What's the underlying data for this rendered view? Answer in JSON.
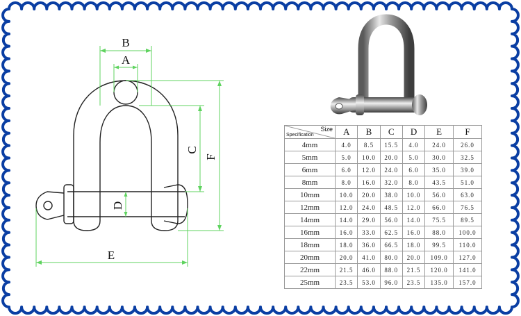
{
  "colors": {
    "frame": "#0a3ea3",
    "dimension": "#5fd35f",
    "outline": "#222222"
  },
  "dimension_labels": {
    "a": "A",
    "b": "B",
    "c": "C",
    "d": "D",
    "e": "E",
    "f": "F"
  },
  "table": {
    "corner_spec": "Specification",
    "corner_size": "Size",
    "columns": [
      "A",
      "B",
      "C",
      "D",
      "E",
      "F"
    ],
    "rows": [
      {
        "size": "4mm",
        "values": [
          "4.0",
          "8.5",
          "15.5",
          "4.0",
          "24.0",
          "26.0"
        ]
      },
      {
        "size": "5mm",
        "values": [
          "5.0",
          "10.0",
          "20.0",
          "5.0",
          "30.0",
          "32.5"
        ]
      },
      {
        "size": "6mm",
        "values": [
          "6.0",
          "12.0",
          "24.0",
          "6.0",
          "35.0",
          "39.0"
        ]
      },
      {
        "size": "8mm",
        "values": [
          "8.0",
          "16.0",
          "32.0",
          "8.0",
          "43.5",
          "51.0"
        ]
      },
      {
        "size": "10mm",
        "values": [
          "10.0",
          "20.0",
          "38.0",
          "10.0",
          "56.0",
          "63.0"
        ]
      },
      {
        "size": "12mm",
        "values": [
          "12.0",
          "24.0",
          "48.5",
          "12.0",
          "66.0",
          "76.5"
        ]
      },
      {
        "size": "14mm",
        "values": [
          "14.0",
          "29.0",
          "56.0",
          "14.0",
          "75.5",
          "89.5"
        ]
      },
      {
        "size": "16mm",
        "values": [
          "16.0",
          "33.0",
          "62.5",
          "16.0",
          "88.0",
          "100.0"
        ]
      },
      {
        "size": "18mm",
        "values": [
          "18.0",
          "36.0",
          "66.5",
          "18.0",
          "99.5",
          "110.0"
        ]
      },
      {
        "size": "20mm",
        "values": [
          "20.0",
          "41.0",
          "80.0",
          "20.0",
          "109.0",
          "127.0"
        ]
      },
      {
        "size": "22mm",
        "values": [
          "21.5",
          "46.0",
          "88.0",
          "21.5",
          "120.0",
          "141.0"
        ]
      },
      {
        "size": "25mm",
        "values": [
          "23.5",
          "53.0",
          "96.0",
          "23.5",
          "135.0",
          "157.0"
        ]
      }
    ]
  }
}
